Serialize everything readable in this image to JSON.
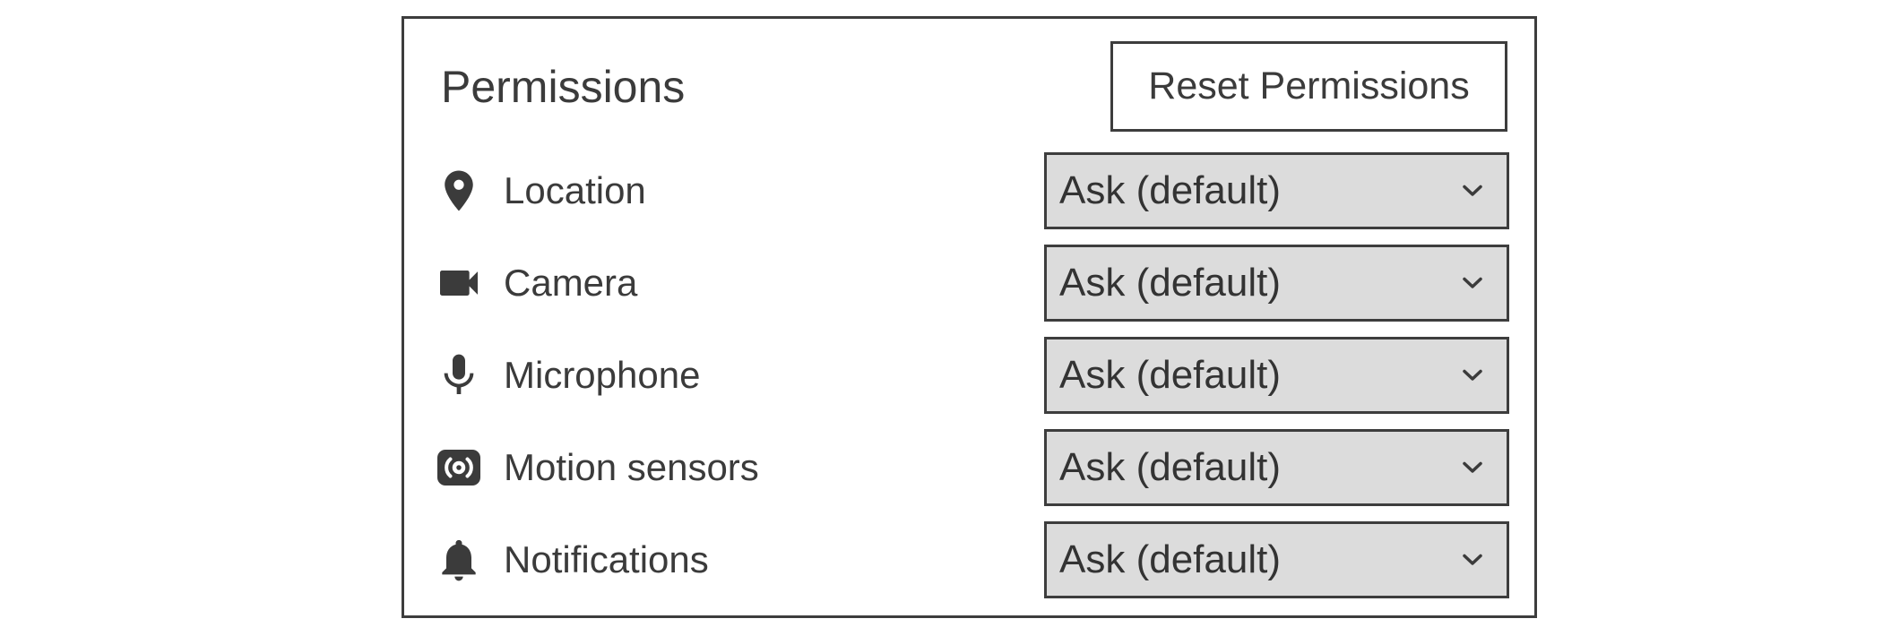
{
  "panel": {
    "title": "Permissions",
    "reset_button": "Reset Permissions"
  },
  "permissions": [
    {
      "icon": "location-pin-icon",
      "label": "Location",
      "value": "Ask (default)"
    },
    {
      "icon": "video-camera-icon",
      "label": "Camera",
      "value": "Ask (default)"
    },
    {
      "icon": "microphone-icon",
      "label": "Microphone",
      "value": "Ask (default)"
    },
    {
      "icon": "motion-sensors-icon",
      "label": "Motion sensors",
      "value": "Ask (default)"
    },
    {
      "icon": "notifications-bell-icon",
      "label": "Notifications",
      "value": "Ask (default)"
    }
  ],
  "colors": {
    "text": "#3b3b3b",
    "border": "#3d3d3d",
    "select_background": "#dcdcdc",
    "panel_background": "#ffffff"
  }
}
